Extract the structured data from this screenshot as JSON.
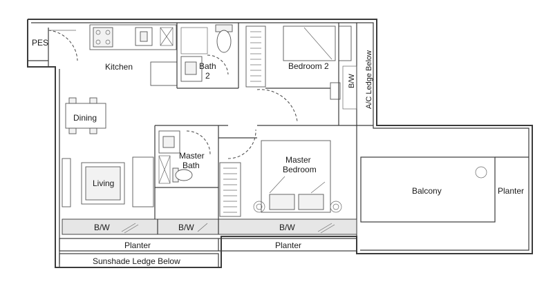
{
  "labels": {
    "pes": "PES",
    "kitchen": "Kitchen",
    "bath2_line1": "Bath",
    "bath2_line2": "2",
    "bedroom2": "Bedroom 2",
    "bw_right": "B/W",
    "ac_ledge": "A/C Ledge Below",
    "dining": "Dining",
    "master_bath_line1": "Master",
    "master_bath_line2": "Bath",
    "master_bed_line1": "Master",
    "master_bed_line2": "Bedroom",
    "living": "Living",
    "balcony": "Balcony",
    "planter_right": "Planter",
    "bw_1": "B/W",
    "bw_2": "B/W",
    "bw_3": "B/W",
    "planter_1": "Planter",
    "planter_2": "Planter",
    "sunshade": "Sunshade Ledge Below"
  }
}
